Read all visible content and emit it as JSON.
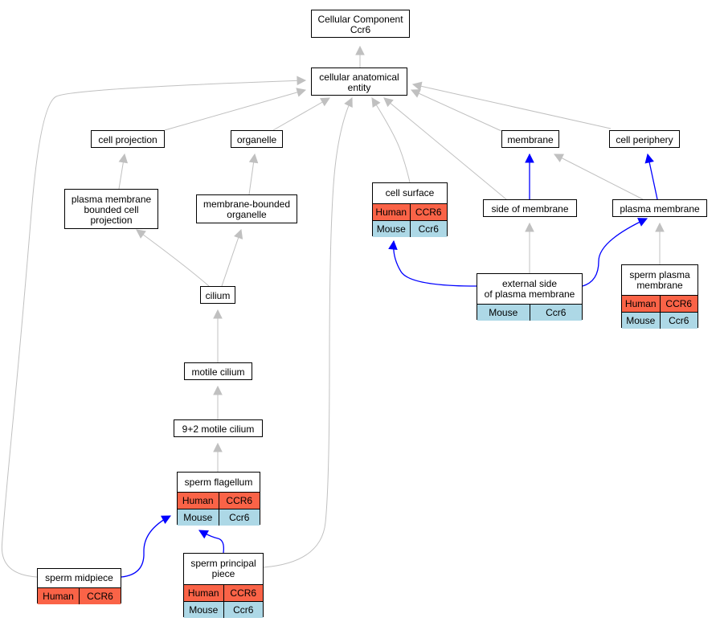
{
  "colors": {
    "edge_gray": "#c0c0c0",
    "edge_blue": "#0000ff",
    "human_row": "#fa6347",
    "mouse_row": "#add8e6",
    "node_border": "#000000"
  },
  "nodes": {
    "root": {
      "title": "Cellular Component\nCcr6"
    },
    "cellular_anatomical_entity": {
      "title": "cellular anatomical\nentity"
    },
    "cell_projection": {
      "title": "cell projection"
    },
    "organelle": {
      "title": "organelle"
    },
    "membrane": {
      "title": "membrane"
    },
    "cell_periphery": {
      "title": "cell periphery"
    },
    "plasma_membrane_bounded_cell_projection": {
      "title": "plasma membrane\nbounded cell\nprojection"
    },
    "membrane_bounded_organelle": {
      "title": "membrane-bounded\norganelle"
    },
    "cell_surface": {
      "title": "cell surface",
      "rows": [
        {
          "species": "Human",
          "gene": "CCR6"
        },
        {
          "species": "Mouse",
          "gene": "Ccr6"
        }
      ]
    },
    "side_of_membrane": {
      "title": "side of membrane"
    },
    "plasma_membrane": {
      "title": "plasma membrane"
    },
    "cilium": {
      "title": "cilium"
    },
    "external_side_of_plasma_membrane": {
      "title": "external side\nof plasma membrane",
      "rows": [
        {
          "species": "Mouse",
          "gene": "Ccr6"
        }
      ]
    },
    "sperm_plasma_membrane": {
      "title": "sperm plasma\nmembrane",
      "rows": [
        {
          "species": "Human",
          "gene": "CCR6"
        },
        {
          "species": "Mouse",
          "gene": "Ccr6"
        }
      ]
    },
    "motile_cilium": {
      "title": "motile cilium"
    },
    "nine_plus_two_motile_cilium": {
      "title": "9+2 motile cilium"
    },
    "sperm_flagellum": {
      "title": "sperm flagellum",
      "rows": [
        {
          "species": "Human",
          "gene": "CCR6"
        },
        {
          "species": "Mouse",
          "gene": "Ccr6"
        }
      ]
    },
    "sperm_midpiece": {
      "title": "sperm midpiece",
      "rows": [
        {
          "species": "Human",
          "gene": "CCR6"
        }
      ]
    },
    "sperm_principal_piece": {
      "title": "sperm principal\npiece",
      "rows": [
        {
          "species": "Human",
          "gene": "CCR6"
        },
        {
          "species": "Mouse",
          "gene": "Ccr6"
        }
      ]
    }
  },
  "edges": [
    {
      "from": "cellular_anatomical_entity",
      "to": "root",
      "color": "gray"
    },
    {
      "from": "cell_projection",
      "to": "cellular_anatomical_entity",
      "color": "gray"
    },
    {
      "from": "organelle",
      "to": "cellular_anatomical_entity",
      "color": "gray"
    },
    {
      "from": "membrane",
      "to": "cellular_anatomical_entity",
      "color": "gray"
    },
    {
      "from": "cell_periphery",
      "to": "cellular_anatomical_entity",
      "color": "gray"
    },
    {
      "from": "cell_surface",
      "to": "cellular_anatomical_entity",
      "color": "gray"
    },
    {
      "from": "side_of_membrane",
      "to": "cellular_anatomical_entity",
      "color": "gray"
    },
    {
      "from": "sperm_midpiece",
      "to": "cellular_anatomical_entity",
      "color": "gray"
    },
    {
      "from": "sperm_principal_piece",
      "to": "cellular_anatomical_entity",
      "color": "gray"
    },
    {
      "from": "plasma_membrane_bounded_cell_projection",
      "to": "cell_projection",
      "color": "gray"
    },
    {
      "from": "membrane_bounded_organelle",
      "to": "organelle",
      "color": "gray"
    },
    {
      "from": "side_of_membrane",
      "to": "membrane",
      "color": "blue"
    },
    {
      "from": "plasma_membrane",
      "to": "membrane",
      "color": "gray"
    },
    {
      "from": "plasma_membrane",
      "to": "cell_periphery",
      "color": "blue"
    },
    {
      "from": "cilium",
      "to": "plasma_membrane_bounded_cell_projection",
      "color": "gray"
    },
    {
      "from": "cilium",
      "to": "membrane_bounded_organelle",
      "color": "gray"
    },
    {
      "from": "external_side_of_plasma_membrane",
      "to": "cell_surface",
      "color": "blue"
    },
    {
      "from": "external_side_of_plasma_membrane",
      "to": "side_of_membrane",
      "color": "gray"
    },
    {
      "from": "external_side_of_plasma_membrane",
      "to": "plasma_membrane",
      "color": "blue"
    },
    {
      "from": "sperm_plasma_membrane",
      "to": "plasma_membrane",
      "color": "gray"
    },
    {
      "from": "motile_cilium",
      "to": "cilium",
      "color": "gray"
    },
    {
      "from": "nine_plus_two_motile_cilium",
      "to": "motile_cilium",
      "color": "gray"
    },
    {
      "from": "sperm_flagellum",
      "to": "nine_plus_two_motile_cilium",
      "color": "gray"
    },
    {
      "from": "sperm_midpiece",
      "to": "sperm_flagellum",
      "color": "blue"
    },
    {
      "from": "sperm_principal_piece",
      "to": "sperm_flagellum",
      "color": "blue"
    }
  ]
}
